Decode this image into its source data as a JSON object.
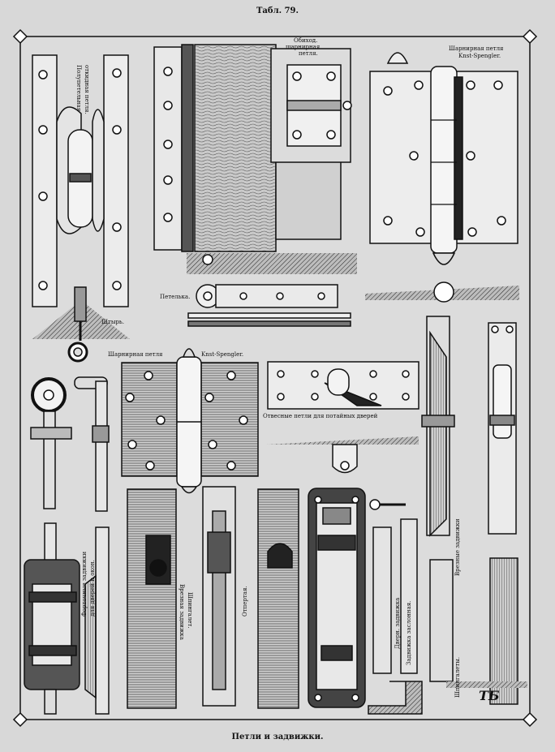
{
  "plate": {
    "title": "Табл. 79.",
    "caption": "Петли и задвижки."
  },
  "labels": {
    "half_hinge_a": "Полупетельная",
    "half_hinge_b": "откидная петля.",
    "obsolete_a": "Обиход.",
    "obsolete_b": "шарнирная",
    "obsolete_c": "петля.",
    "spring_top_a": "Шарнирная петля",
    "spring_top_b": "Knst-Spengler.",
    "pin": "Штырь.",
    "strap": "Петелька.",
    "hinge_mid_a": "Шарнирная петля",
    "hinge_mid_b": "Knst-Spengler.",
    "recessed": "Отвесные петли для потайных дверей",
    "window_bolt_a": "Форточные задвижки",
    "window_bolt_b": "для дверей и окон.",
    "flush_bolt": "Врезные задвижки",
    "bolt_a": "Врезная задвижка",
    "bolt_b": "Шпингалет.",
    "latch": "Отпертая.",
    "lock_bolt_a": "Дверн. задвижка",
    "lock_bolt_b": "Задвижка заслонная.",
    "espag_a": "Шпингалеты.",
    "monogram": "ТБ"
  },
  "colors": {
    "paper": "#d8d8d8",
    "ink": "#141414",
    "metal": "#e6e6e6",
    "shade": "#7a7a7a"
  }
}
